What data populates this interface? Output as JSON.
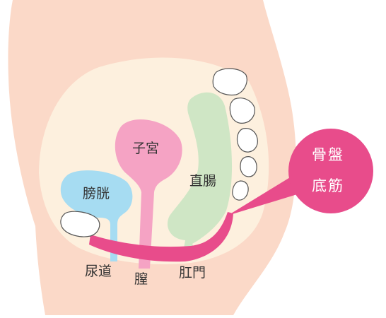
{
  "labels": {
    "uterus": "子宮",
    "rectum": "直腸",
    "bladder": "膀胱",
    "urethra": "尿道",
    "vagina": "膣",
    "anus": "肛門"
  },
  "callout": {
    "line1": "骨盤",
    "line2": "底筋"
  },
  "colors": {
    "skin": "#fbd9c8",
    "pelvis": "#fdf0de",
    "bone": "#ffffff",
    "bone_outline": "#555555",
    "bladder": "#a6dcf2",
    "uterus": "#f5a3c4",
    "rectum": "#cfe6c5",
    "pelvic_floor": "#e84c8b",
    "callout": "#e84c8b"
  }
}
